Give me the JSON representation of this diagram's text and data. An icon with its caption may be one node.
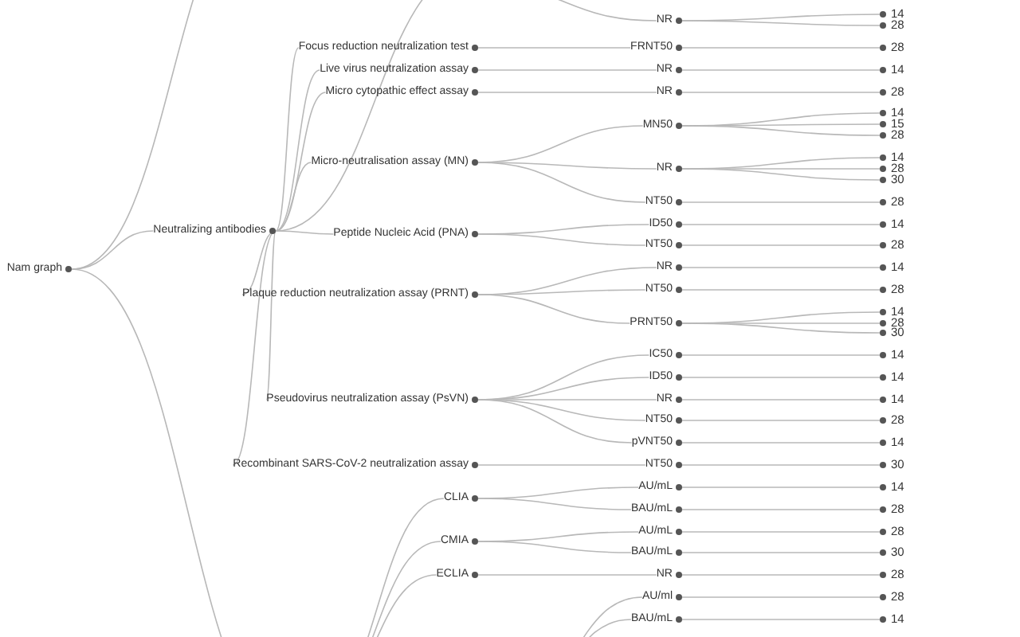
{
  "diagram": {
    "nodes": [
      {
        "text": [
          "Nam graph"
        ]
      },
      {
        "text": [
          "Neutralizing antibodies"
        ]
      },
      {
        "text": [
          "Focus reduction neutralization test"
        ]
      },
      {
        "text": [
          "Live virus neutralization assay"
        ]
      },
      {
        "text": [
          "Micro cytopathic effect assay"
        ]
      },
      {
        "text": [
          "Micro-neutralisation assay (MN)"
        ]
      },
      {
        "text": [
          "Peptide Nucleic Acid (PNA)"
        ]
      },
      {
        "text": [
          "Plaque reduction neutralization assay (PRNT)"
        ]
      },
      {
        "text": [
          "Pseudovirus neutralization assay (PsVN)"
        ]
      },
      {
        "text": [
          "Recombinant SARS-CoV-2 neutralization assay"
        ]
      },
      {
        "text": [
          "CLIA"
        ]
      },
      {
        "text": [
          "CMIA"
        ]
      },
      {
        "text": [
          "ECLIA"
        ]
      },
      {
        "text": [
          "NR"
        ]
      },
      {
        "text": [
          "FRNT50"
        ]
      },
      {
        "text": [
          "NR"
        ]
      },
      {
        "text": [
          "NR"
        ]
      },
      {
        "text": [
          "MN50"
        ]
      },
      {
        "text": [
          "NR"
        ]
      },
      {
        "text": [
          "NT50"
        ]
      },
      {
        "text": [
          "ID50"
        ]
      },
      {
        "text": [
          "NT50"
        ]
      },
      {
        "text": [
          "NR"
        ]
      },
      {
        "text": [
          "NT50"
        ]
      },
      {
        "text": [
          "PRNT50"
        ]
      },
      {
        "text": [
          "IC50"
        ]
      },
      {
        "text": [
          "ID50"
        ]
      },
      {
        "text": [
          "NR"
        ]
      },
      {
        "text": [
          "NT50"
        ]
      },
      {
        "text": [
          "pVNT50"
        ]
      },
      {
        "text": [
          "NT50"
        ]
      },
      {
        "text": [
          "AU/mL"
        ]
      },
      {
        "text": [
          "BAU/mL"
        ]
      },
      {
        "text": [
          "AU/mL"
        ]
      },
      {
        "text": [
          "BAU/mL"
        ]
      },
      {
        "text": [
          "NR"
        ]
      },
      {
        "text": [
          "AU/ml"
        ]
      },
      {
        "text": [
          "BAU/mL"
        ]
      },
      {
        "text": [
          "14"
        ]
      },
      {
        "text": [
          "28"
        ]
      },
      {
        "text": [
          "28"
        ]
      },
      {
        "text": [
          "14"
        ]
      },
      {
        "text": [
          "28"
        ]
      },
      {
        "text": [
          "14"
        ]
      },
      {
        "text": [
          "15"
        ]
      },
      {
        "text": [
          "28"
        ]
      },
      {
        "text": [
          "14"
        ]
      },
      {
        "text": [
          "28"
        ]
      },
      {
        "text": [
          "30"
        ]
      },
      {
        "text": [
          "28"
        ]
      },
      {
        "text": [
          "14"
        ]
      },
      {
        "text": [
          "28"
        ]
      },
      {
        "text": [
          "14"
        ]
      },
      {
        "text": [
          "28"
        ]
      },
      {
        "text": [
          "14"
        ]
      },
      {
        "text": [
          "28"
        ]
      },
      {
        "text": [
          "30"
        ]
      },
      {
        "text": [
          "14"
        ]
      },
      {
        "text": [
          "14"
        ]
      },
      {
        "text": [
          "14"
        ]
      },
      {
        "text": [
          "28"
        ]
      },
      {
        "text": [
          "14"
        ]
      },
      {
        "text": [
          "30"
        ]
      },
      {
        "text": [
          "14"
        ]
      },
      {
        "text": [
          "28"
        ]
      },
      {
        "text": [
          "28"
        ]
      },
      {
        "text": [
          "30"
        ]
      },
      {
        "text": [
          "28"
        ]
      },
      {
        "text": [
          "28"
        ]
      },
      {
        "text": [
          "14"
        ]
      }
    ],
    "edges": [
      {
        "from": 0,
        "to": 1,
        "arrow": "none"
      },
      {
        "from": 0,
        "to": null,
        "arrow": "none"
      },
      {
        "from": 0,
        "to": null,
        "arrow": "none"
      },
      {
        "from": 1,
        "to": null,
        "arrow": "none"
      },
      {
        "from": 1,
        "to": 2,
        "arrow": "none"
      },
      {
        "from": 1,
        "to": 3,
        "arrow": "none"
      },
      {
        "from": 1,
        "to": 4,
        "arrow": "none"
      },
      {
        "from": 1,
        "to": 5,
        "arrow": "none"
      },
      {
        "from": 1,
        "to": 6,
        "arrow": "none"
      },
      {
        "from": 1,
        "to": 7,
        "arrow": "none"
      },
      {
        "from": 1,
        "to": 8,
        "arrow": "none"
      },
      {
        "from": 1,
        "to": 9,
        "arrow": "none"
      },
      {
        "from": null,
        "to": 10,
        "arrow": "none"
      },
      {
        "from": null,
        "to": 11,
        "arrow": "none"
      },
      {
        "from": null,
        "to": 12,
        "arrow": "none"
      },
      {
        "from": null,
        "to": 13,
        "arrow": "none"
      },
      {
        "from": 2,
        "to": 14,
        "arrow": "none"
      },
      {
        "from": 3,
        "to": 15,
        "arrow": "none"
      },
      {
        "from": 4,
        "to": 16,
        "arrow": "none"
      },
      {
        "from": 5,
        "to": 17,
        "arrow": "none"
      },
      {
        "from": 5,
        "to": 18,
        "arrow": "none"
      },
      {
        "from": 5,
        "to": 19,
        "arrow": "none"
      },
      {
        "from": 6,
        "to": 20,
        "arrow": "none"
      },
      {
        "from": 6,
        "to": 21,
        "arrow": "none"
      },
      {
        "from": 7,
        "to": 22,
        "arrow": "none"
      },
      {
        "from": 7,
        "to": 23,
        "arrow": "none"
      },
      {
        "from": 7,
        "to": 24,
        "arrow": "none"
      },
      {
        "from": 8,
        "to": 25,
        "arrow": "none"
      },
      {
        "from": 8,
        "to": 26,
        "arrow": "none"
      },
      {
        "from": 8,
        "to": 27,
        "arrow": "none"
      },
      {
        "from": 8,
        "to": 28,
        "arrow": "none"
      },
      {
        "from": 8,
        "to": 29,
        "arrow": "none"
      },
      {
        "from": 9,
        "to": 30,
        "arrow": "none"
      },
      {
        "from": 10,
        "to": 31,
        "arrow": "none"
      },
      {
        "from": 10,
        "to": 32,
        "arrow": "none"
      },
      {
        "from": 11,
        "to": 33,
        "arrow": "none"
      },
      {
        "from": 11,
        "to": 34,
        "arrow": "none"
      },
      {
        "from": 12,
        "to": 35,
        "arrow": "none"
      },
      {
        "from": null,
        "to": 36,
        "arrow": "none"
      },
      {
        "from": null,
        "to": 37,
        "arrow": "none"
      },
      {
        "from": 13,
        "to": 38,
        "arrow": "none"
      },
      {
        "from": 13,
        "to": 39,
        "arrow": "none"
      },
      {
        "from": 14,
        "to": 40,
        "arrow": "none"
      },
      {
        "from": 15,
        "to": 41,
        "arrow": "none"
      },
      {
        "from": 16,
        "to": 42,
        "arrow": "none"
      },
      {
        "from": 17,
        "to": 43,
        "arrow": "none"
      },
      {
        "from": 17,
        "to": 44,
        "arrow": "none"
      },
      {
        "from": 17,
        "to": 45,
        "arrow": "none"
      },
      {
        "from": 18,
        "to": 46,
        "arrow": "none"
      },
      {
        "from": 18,
        "to": 47,
        "arrow": "none"
      },
      {
        "from": 18,
        "to": 48,
        "arrow": "none"
      },
      {
        "from": 19,
        "to": 49,
        "arrow": "none"
      },
      {
        "from": 20,
        "to": 50,
        "arrow": "none"
      },
      {
        "from": 21,
        "to": 51,
        "arrow": "none"
      },
      {
        "from": 22,
        "to": 52,
        "arrow": "none"
      },
      {
        "from": 23,
        "to": 53,
        "arrow": "none"
      },
      {
        "from": 24,
        "to": 54,
        "arrow": "none"
      },
      {
        "from": 24,
        "to": 55,
        "arrow": "none"
      },
      {
        "from": 24,
        "to": 56,
        "arrow": "none"
      },
      {
        "from": 25,
        "to": 57,
        "arrow": "none"
      },
      {
        "from": 26,
        "to": 58,
        "arrow": "none"
      },
      {
        "from": 27,
        "to": 59,
        "arrow": "none"
      },
      {
        "from": 28,
        "to": 60,
        "arrow": "none"
      },
      {
        "from": 29,
        "to": 61,
        "arrow": "none"
      },
      {
        "from": 30,
        "to": 62,
        "arrow": "none"
      },
      {
        "from": 31,
        "to": 63,
        "arrow": "none"
      },
      {
        "from": 32,
        "to": 64,
        "arrow": "none"
      },
      {
        "from": 33,
        "to": 65,
        "arrow": "none"
      },
      {
        "from": 34,
        "to": 66,
        "arrow": "none"
      },
      {
        "from": 35,
        "to": 67,
        "arrow": "none"
      },
      {
        "from": 36,
        "to": 68,
        "arrow": "none"
      },
      {
        "from": 37,
        "to": 69,
        "arrow": "none"
      }
    ]
  }
}
